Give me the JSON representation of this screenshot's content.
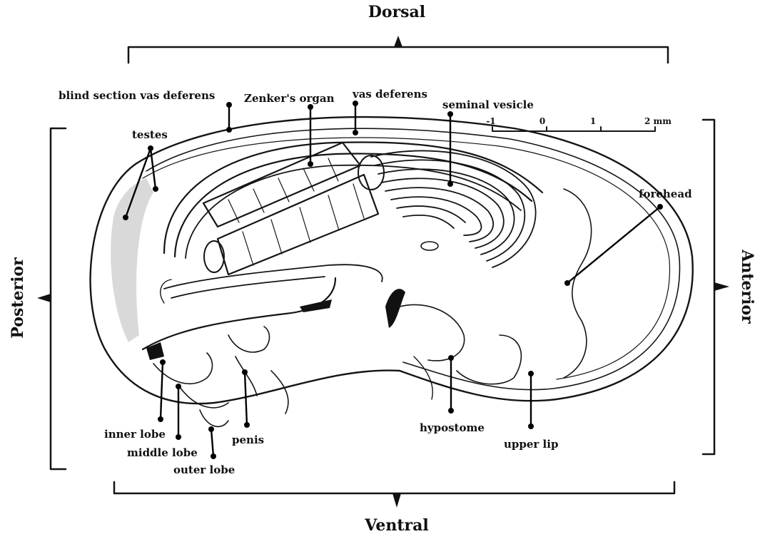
{
  "orientation": {
    "dorsal": "Dorsal",
    "ventral": "Ventral",
    "posterior": "Posterior",
    "anterior": "Anterior"
  },
  "scale_bar": {
    "ticks": [
      "-1",
      "0",
      "1",
      "2 mm"
    ]
  },
  "labels": {
    "blind_section_vas_deferens": "blind section vas deferens",
    "zenkers_organ": "Zenker's organ",
    "vas_deferens": "vas deferens",
    "seminal_vesicle": "seminal vesicle",
    "testes": "testes",
    "forehead": "forehead",
    "inner_lobe": "inner lobe",
    "middle_lobe": "middle lobe",
    "outer_lobe": "outer lobe",
    "penis": "penis",
    "hypostome": "hypostome",
    "upper_lip": "upper lip"
  }
}
